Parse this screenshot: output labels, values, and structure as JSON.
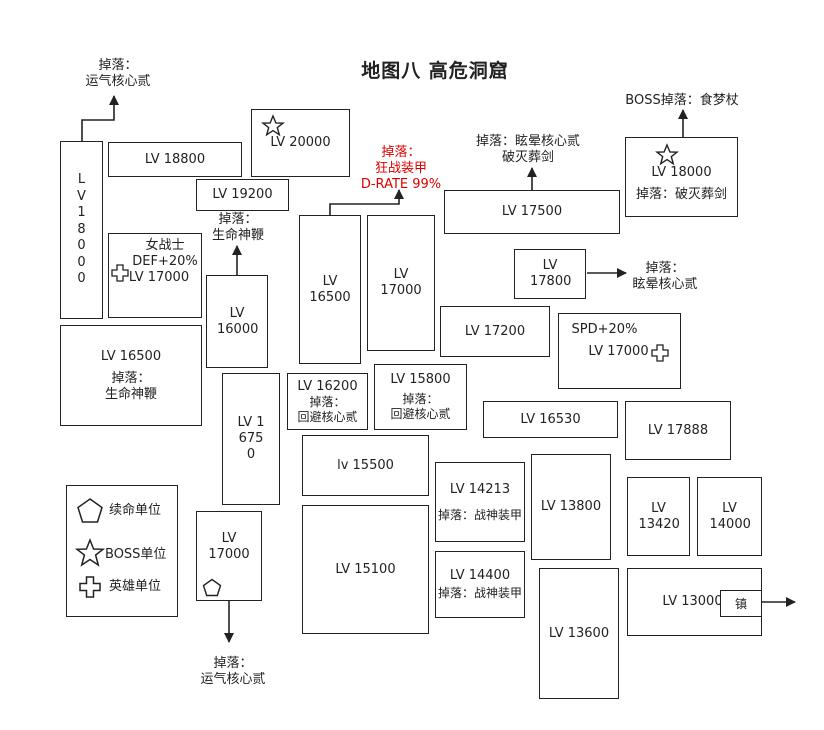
{
  "title": "地图八 高危洞窟",
  "nodes": {
    "b01": {
      "text": "LV 18800"
    },
    "b02": {
      "text": "LV 20000"
    },
    "b03": {
      "text": "LV 19200"
    },
    "b04": {
      "text": "L V 1 8 0 0 0"
    },
    "b05": {
      "line1": "女战士",
      "line2": "DEF+20%",
      "line3": "LV 17000"
    },
    "b06": {
      "text": "LV 16000"
    },
    "b07": {
      "text": "LV 16500"
    },
    "b08": {
      "text": "LV 17000"
    },
    "b09": {
      "text": "LV 16500",
      "note1": "掉落：",
      "note2": "生命神鞭"
    },
    "b10": {
      "text": "LV 1675 0"
    },
    "b11": {
      "text": "LV 16200",
      "note1": "掉落：",
      "note2": "回避核心贰"
    },
    "b12": {
      "text": "LV 15800",
      "note1": "掉落：",
      "note2": "回避核心贰"
    },
    "b13": {
      "text": "lv 15500"
    },
    "b14": {
      "text": "LV 15100"
    },
    "b15": {
      "text": "LV 17000"
    },
    "b16": {
      "text": "LV 17500"
    },
    "b17": {
      "text": "LV 18000",
      "note": "掉落：破灭葬剑"
    },
    "b18": {
      "text": "LV 17800"
    },
    "b19": {
      "text": "LV 17200"
    },
    "b20": {
      "line1": "SPD+20%",
      "line2": "LV 17000"
    },
    "b21": {
      "text": "LV 16530"
    },
    "b22": {
      "text": "LV 17888"
    },
    "b23": {
      "text": "LV 14213",
      "note": "掉落：战神装甲"
    },
    "b24": {
      "text": "LV 13800"
    },
    "b25": {
      "text": "LV 14400",
      "note": "掉落：战神装甲"
    },
    "b26": {
      "text": "LV 13600"
    },
    "b27": {
      "text": "LV 13420"
    },
    "b28": {
      "text": "LV 14000"
    },
    "b29": {
      "text": "LV 13000",
      "tag": "镇"
    }
  },
  "labels": {
    "drop_top_left": {
      "line1": "掉落：",
      "line2": "运气核心贰"
    },
    "drop_19200": {
      "line1": "掉落：",
      "line2": "生命神鞭"
    },
    "drop_red": {
      "line1": "掉落：",
      "line2": "狂战装甲",
      "line3": "D-RATE 99%",
      "color": "#e00000"
    },
    "drop_17500": {
      "line1": "掉落：眩晕核心贰",
      "line2": "破灭葬剑"
    },
    "drop_boss": {
      "line1": "BOSS掉落：食梦杖"
    },
    "drop_17800": {
      "line1": "掉落：",
      "line2": "眩晕核心贰"
    },
    "drop_bottom": {
      "line1": "掉落：",
      "line2": "运气核心贰"
    }
  },
  "legend": {
    "pentagon": {
      "icon": "pentagon-icon",
      "text": "续命单位"
    },
    "star": {
      "icon": "star-icon",
      "text": "BOSS单位"
    },
    "cross": {
      "icon": "cross-icon",
      "text": "英雄单位"
    }
  }
}
